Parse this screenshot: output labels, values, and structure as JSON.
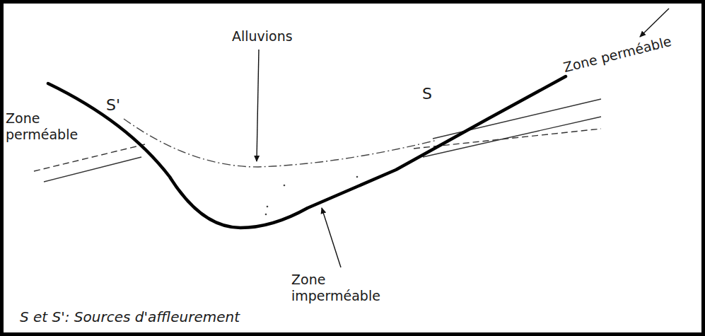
{
  "diagram": {
    "labels": [
      "Zone perméable",
      "S'",
      "Alluvions",
      "S",
      "Zone perméable",
      "Zone imperméable",
      "S et S': Sources d'affleurement"
    ]
  }
}
